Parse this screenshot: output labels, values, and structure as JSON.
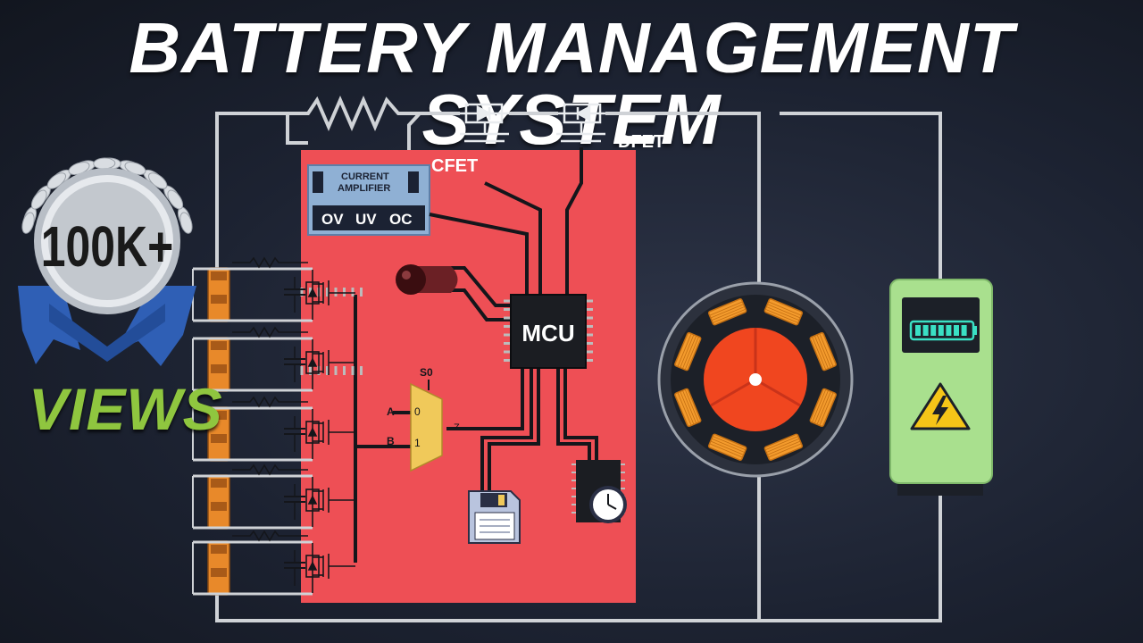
{
  "title": "BATTERY MANAGEMENT SYSTEM",
  "badge": {
    "count": "100K+",
    "caption": "VIEWS"
  },
  "components": {
    "current_amplifier": "CURRENT AMPLIFIER",
    "current_amplifier_line1": "CURRENT",
    "current_amplifier_line2": "AMPLIFIER",
    "protections": [
      "OV",
      "UV",
      "OC"
    ],
    "cfet": "CFET",
    "dfet": "DFET",
    "mcu": "MCU",
    "mux_select": "S0",
    "mux_inputs": [
      "A",
      "B"
    ],
    "mux_input_indices": [
      "0",
      "1"
    ],
    "mux_output": "Z"
  },
  "colors": {
    "board": "#ee4f55",
    "wire": "#cfd2d6",
    "amp_panel": "#8fb0d4",
    "motor_rotor": "#f0461f",
    "motor_coil": "#f39b2d",
    "charger": "#a9e08e",
    "views": "#8fc63f"
  },
  "icons": [
    "view-badge-icon",
    "floppy-disk-icon",
    "clock-chip-icon",
    "high-voltage-icon",
    "battery-level-icon",
    "thermistor-icon",
    "resistor-icon",
    "mosfet-icon",
    "motor-icon",
    "charger-icon"
  ]
}
